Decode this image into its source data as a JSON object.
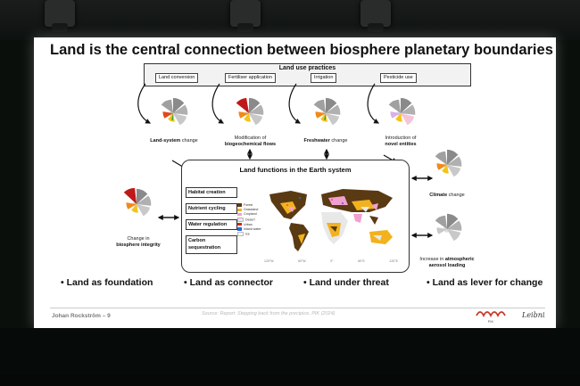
{
  "slide": {
    "title": "Land is the central connection between biosphere planetary boundaries",
    "land_use_practices": {
      "title": "Land use practices",
      "items": [
        "Land conversion",
        "Fertiliser application",
        "Irrigation",
        "Pesticide use"
      ]
    },
    "boundaries": {
      "land_system": {
        "bold": "Land-system",
        "rest": " change"
      },
      "biogeochemical": {
        "line1": "Modification of",
        "line2": "biogeochemical flows"
      },
      "freshwater": {
        "bold": "Freshwater",
        "rest": " change"
      },
      "novel_entities": {
        "line1": "Introduction of",
        "line2": "novel entities"
      },
      "climate": {
        "bold": "Climate",
        "rest": " change"
      },
      "aerosol": {
        "line1": "Increase in",
        "bold1": " atmospheric",
        "line2": "aerosol loading"
      },
      "biosphere": {
        "line1": "Change in",
        "line2": "biosphere integrity"
      }
    },
    "land_functions": {
      "title": "Land functions in the Earth system",
      "functions": [
        "Habitat creation",
        "Nutrient cycling",
        "Water regulation",
        "Carbon",
        "sequestration"
      ],
      "map_legend": [
        {
          "label": "Forest",
          "color": "#5a3a12"
        },
        {
          "label": "Grassland",
          "color": "#f2b21e"
        },
        {
          "label": "Cropland",
          "color": "#f2a0d0"
        },
        {
          "label": "Desert",
          "color": "#e8e8e8"
        },
        {
          "label": "Urban",
          "color": "#d62020"
        },
        {
          "label": "Inland water",
          "color": "#2a6ad8"
        },
        {
          "label": "Ice",
          "color": "#f5f5f5"
        }
      ],
      "map_axis": [
        "120°W",
        "60°W",
        "0°",
        "60°E",
        "120°E"
      ]
    },
    "bullets": [
      "• Land as foundation",
      "• Land as connector",
      "• Land under threat",
      "• Land as lever for change"
    ],
    "presenter": "Johan Rockström – 9",
    "source": "Source: Report: Stepping back from the precipice. PIK (2024)",
    "logos": {
      "pik": "PIK",
      "leibniz": "Leibniz"
    }
  }
}
